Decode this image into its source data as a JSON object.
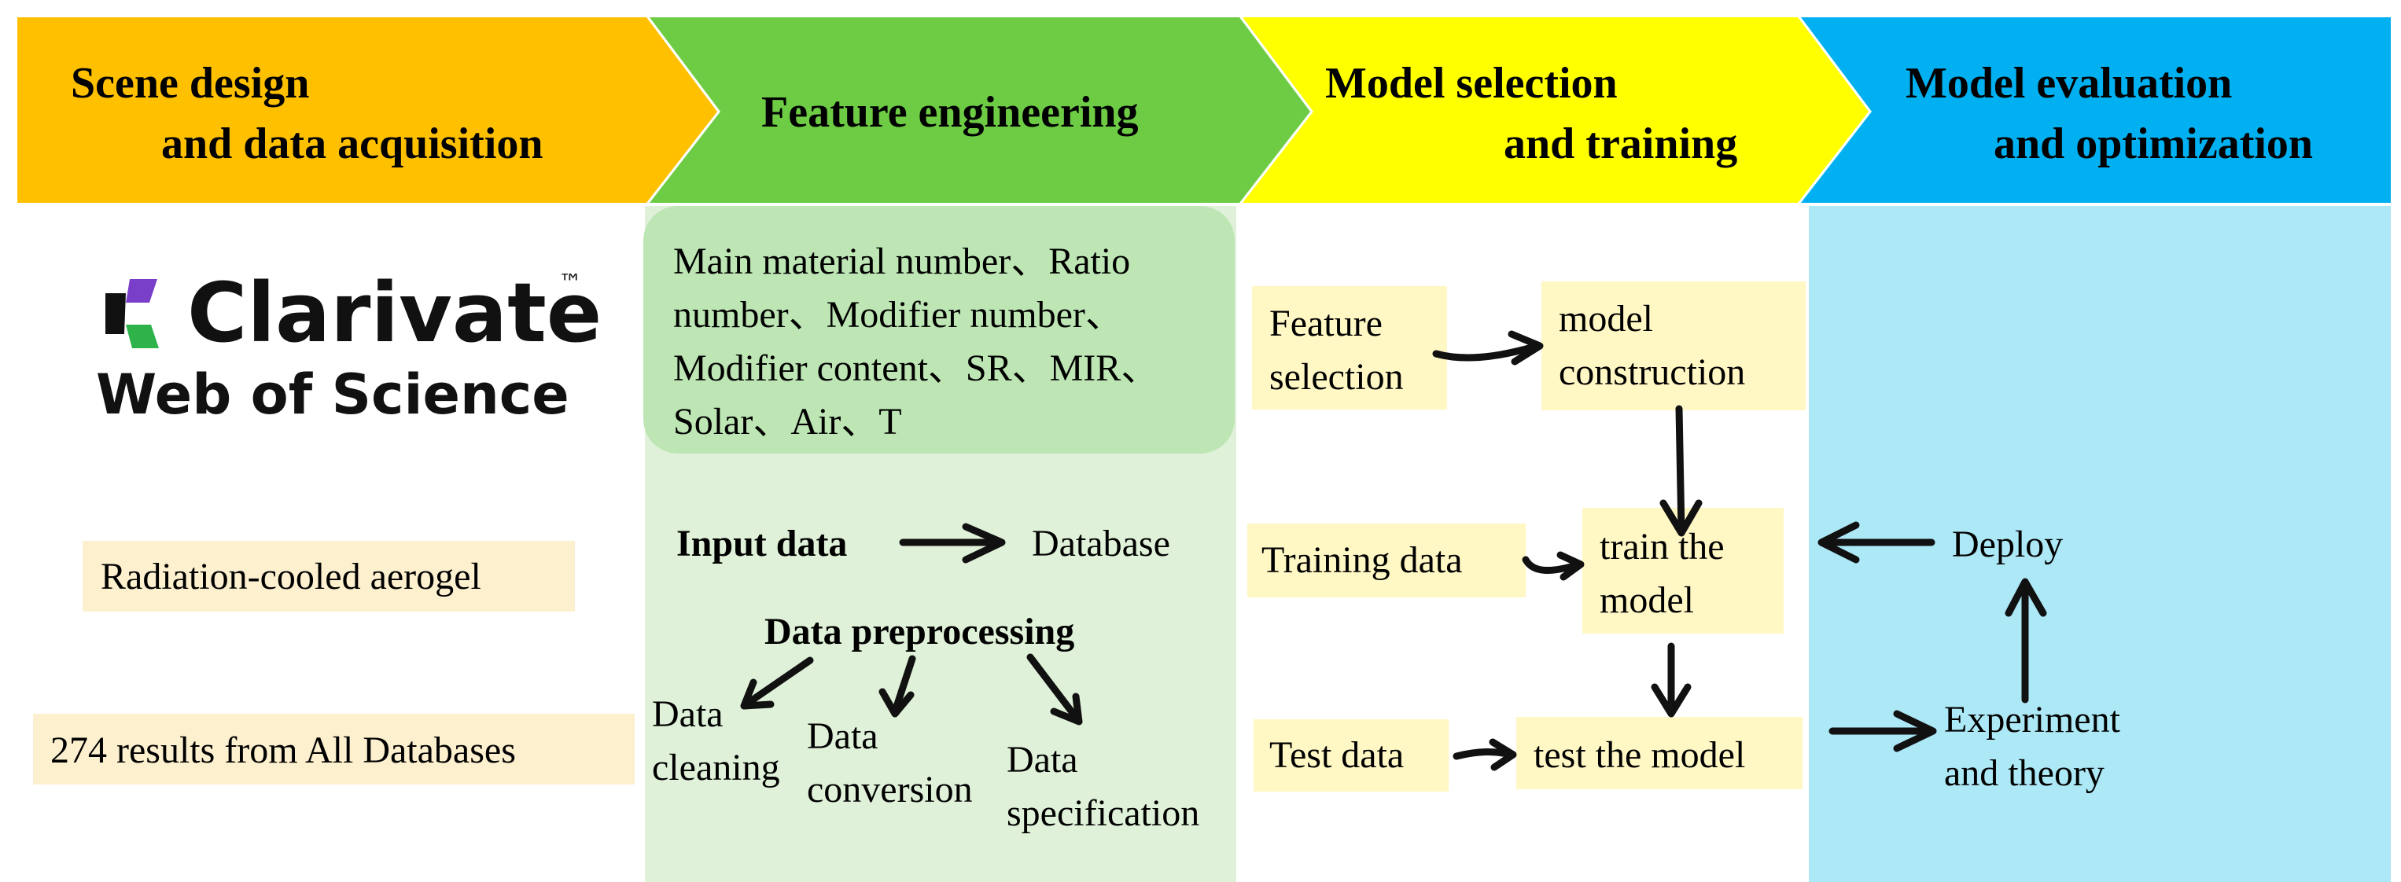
{
  "colors": {
    "stage1": "#ffc000",
    "stage2": "#6dcc44",
    "stage3": "#ffff00",
    "stage4": "#00b0f0",
    "feature_top_box": "#bde6b4",
    "feature_panel": "#dff1d8",
    "evaluation_panel": "#ade8f6",
    "model_box": "#fff7c4",
    "source_box": "#fdf0cf"
  },
  "stages": [
    {
      "line1": "Scene design",
      "line2": "and data acquisition"
    },
    {
      "line1": "Feature engineering"
    },
    {
      "line1": "Model selection",
      "line2": "and training"
    },
    {
      "line1": "Model evaluation",
      "line2": "and optimization"
    }
  ],
  "data_acquisition": {
    "logo_wordmark": "Clarivate",
    "logo_tm": "™",
    "logo_subtitle": "Web of Science",
    "search_term": "Radiation-cooled aerogel",
    "results": "274 results from All Databases"
  },
  "feature_engineering": {
    "features_lines": [
      "Main material number、Ratio",
      "number、Modifier number、",
      "Modifier content、SR、MIR、",
      "Solar、Air、T"
    ],
    "input_data": "Input data",
    "database": "Database",
    "preprocessing": "Data preprocessing",
    "cleaning": [
      "Data",
      "cleaning"
    ],
    "conversion": [
      "Data",
      "conversion"
    ],
    "specification": [
      "Data",
      "specification"
    ]
  },
  "model_training": {
    "feature_selection": [
      "Feature",
      "selection"
    ],
    "model_construction": [
      "model",
      "construction"
    ],
    "training_data": "Training data",
    "train_model": [
      "train the",
      "model"
    ],
    "test_data": "Test data",
    "test_model": "test the model"
  },
  "evaluation": {
    "deploy": "Deploy",
    "experiment": [
      "Experiment",
      "and theory"
    ]
  }
}
